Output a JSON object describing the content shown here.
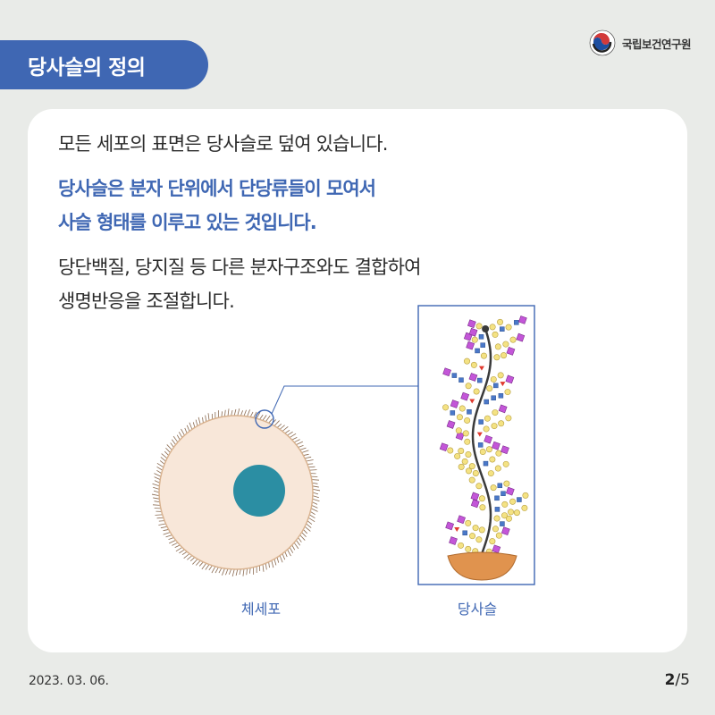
{
  "header": {
    "title": "당사슬의 정의",
    "brand": "국립보건연구원",
    "brand_logo_icon": "taegeuk-logo-icon"
  },
  "content": {
    "line1": "모든 세포의 표면은 당사슬로 덮여 있습니다.",
    "highlight_line1": "당사슬은 분자 단위에서 단당류들이 모여서",
    "highlight_line2": "사슬 형태를 이루고 있는 것입니다.",
    "body_line1": "당단백질, 당지질 등 다른 분자구조와도 결합하여",
    "body_line2": "생명반응을 조절합니다."
  },
  "illustration": {
    "cell_label": "체세포",
    "chain_label": "당사슬",
    "colors": {
      "cell_fill": "#f8e7d9",
      "nucleus": "#2b8ea3",
      "chain_box": "#3f67b3",
      "square_magenta": "#c356d8",
      "square_blue": "#4a78c8",
      "circle_yellow": "#f4e283",
      "triangle_red": "#e03a2e",
      "base_orange": "#e0934e"
    }
  },
  "footer": {
    "date": "2023. 03. 06.",
    "page_current": "2",
    "page_total": "/5"
  },
  "colors": {
    "accent": "#3f67b3",
    "background": "#e9ebe8",
    "card": "#ffffff"
  }
}
